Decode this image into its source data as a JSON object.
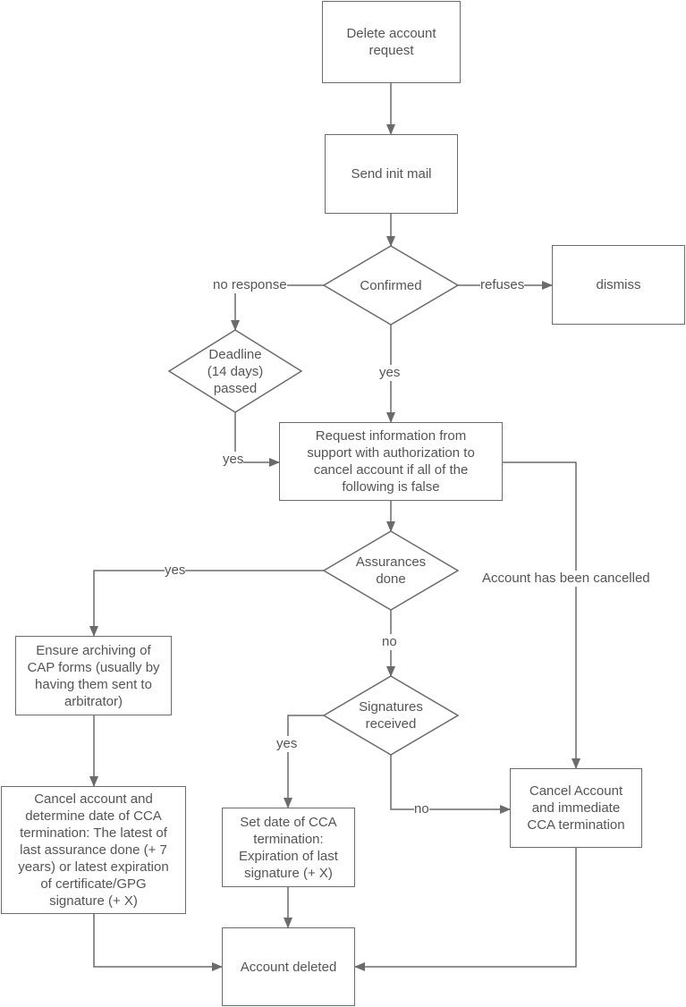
{
  "nodes": {
    "delete_request": "Delete account\nrequest",
    "send_init_mail": "Send init mail",
    "confirmed": "Confirmed",
    "dismiss": "dismiss",
    "deadline": "Deadline\n(14 days)\npassed",
    "request_info": "Request information from\nsupport with authorization to\ncancel account if all of the\nfollowing is false",
    "assurances_done": "Assurances\ndone",
    "ensure_archiving": "Ensure archiving of\nCAP forms (usually by\nhaving them sent to\narbitrator)",
    "signatures_received": "Signatures\nreceived",
    "cancel_determine": "Cancel account and\ndetermine date of CCA\ntermination: The latest of\nlast assurance done (+ 7\nyears) or latest expiration\nof certificate/GPG\nsignature (+ X)",
    "set_date": "Set date of CCA\ntermination:\nExpiration of last\nsignature (+ X)",
    "cancel_immediate": "Cancel Account\nand immediate\nCCA termination",
    "account_deleted": "Account deleted"
  },
  "edges": {
    "no_response": "no response",
    "refuses": "refuses",
    "yes_confirmed": "yes",
    "yes_deadline": "yes",
    "yes_assurances": "yes",
    "no_assurances": "no",
    "yes_signatures": "yes",
    "no_signatures": "no",
    "account_cancelled": "Account has been cancelled"
  }
}
